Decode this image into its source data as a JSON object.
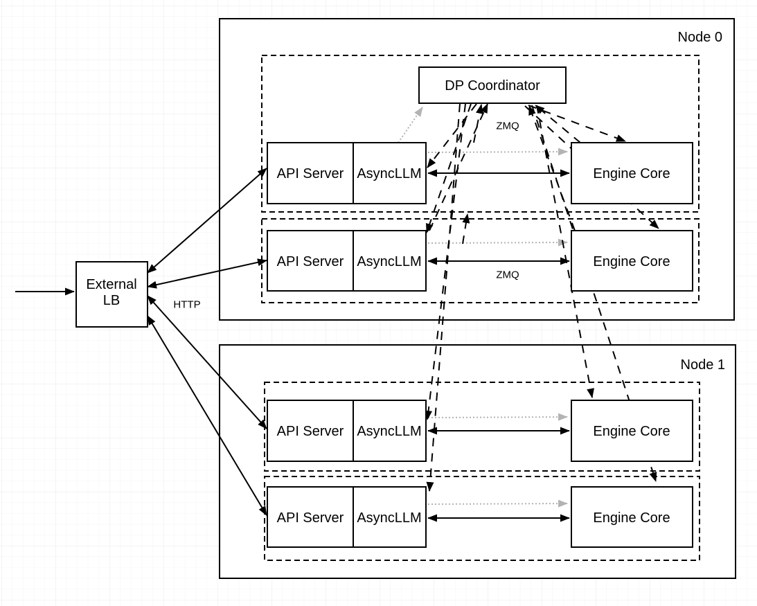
{
  "diagram": {
    "external_lb": {
      "line1": "External",
      "line2": "LB"
    },
    "http_label": "HTTP",
    "coordinator_label": "DP Coordinator",
    "zmq_label_row1": "ZMQ",
    "zmq_label_row2": "ZMQ",
    "node0": {
      "label": "Node 0",
      "rows": [
        {
          "api": "API Server",
          "asyncllm": "AsyncLLM",
          "engine": "Engine Core"
        },
        {
          "api": "API Server",
          "asyncllm": "AsyncLLM",
          "engine": "Engine Core"
        }
      ]
    },
    "node1": {
      "label": "Node 1",
      "rows": [
        {
          "api": "API Server",
          "asyncllm": "AsyncLLM",
          "engine": "Engine Core"
        },
        {
          "api": "API Server",
          "asyncllm": "AsyncLLM",
          "engine": "Engine Core"
        }
      ]
    },
    "colors": {
      "stroke": "#000000",
      "arrow_gray": "#b3b3b3",
      "box_fill": "#ffffff",
      "grid_minor": "#f3f3f3",
      "grid_major": "#e9e9e9"
    }
  }
}
